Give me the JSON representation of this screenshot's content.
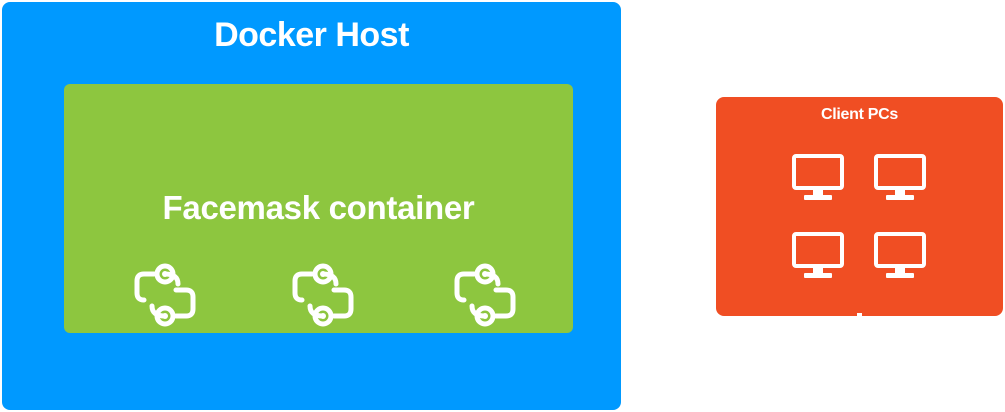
{
  "docker_host": {
    "title": "Docker Host",
    "color": "#0099ff"
  },
  "container": {
    "title": "Facemask container",
    "color": "#8dc63f",
    "services": [
      {
        "icon": "service-connector-icon"
      },
      {
        "icon": "service-connector-icon"
      },
      {
        "icon": "service-connector-icon"
      }
    ]
  },
  "clients": {
    "title": "Client PCs",
    "color": "#f04e23",
    "pcs": [
      {
        "icon": "monitor-icon"
      },
      {
        "icon": "monitor-icon"
      },
      {
        "icon": "monitor-icon"
      },
      {
        "icon": "monitor-icon"
      }
    ]
  }
}
